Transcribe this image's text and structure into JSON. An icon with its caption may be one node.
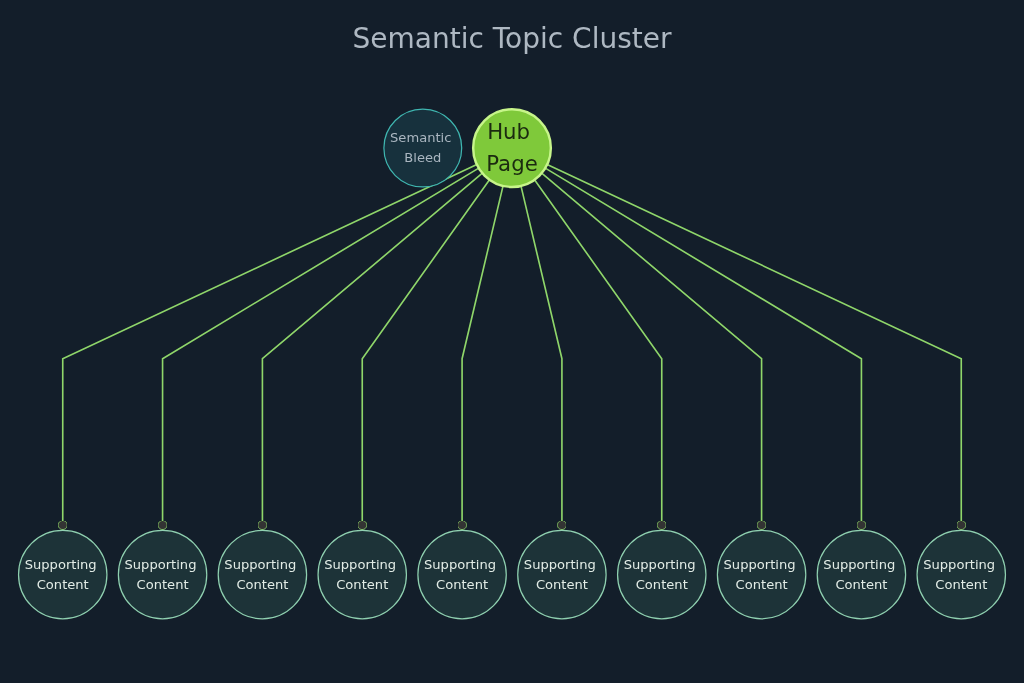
{
  "diagram": {
    "title": "Semantic Topic Cluster",
    "nodes": [
      {
        "text": [
          "Hub Page"
        ]
      },
      {
        "text": [
          "Supporting Content"
        ]
      },
      {
        "text": [
          "Supporting Content"
        ]
      },
      {
        "text": [
          "Supporting Content"
        ]
      },
      {
        "text": [
          "Supporting Content"
        ]
      },
      {
        "text": [
          "Supporting Content"
        ]
      },
      {
        "text": [
          "Supporting Content"
        ]
      },
      {
        "text": [
          "Supporting Content"
        ]
      },
      {
        "text": [
          "Supporting Content"
        ]
      },
      {
        "text": [
          "Supporting Content"
        ]
      },
      {
        "text": [
          "Supporting Content"
        ]
      },
      {
        "text": [
          "Semantic Bleed"
        ]
      }
    ],
    "edges": [
      {
        "from": 0,
        "to": 1,
        "arrow": "other"
      },
      {
        "from": 0,
        "to": 2,
        "arrow": "other"
      },
      {
        "from": 0,
        "to": 3,
        "arrow": "other"
      },
      {
        "from": 0,
        "to": 4,
        "arrow": "other"
      },
      {
        "from": 0,
        "to": 5,
        "arrow": "other"
      },
      {
        "from": 0,
        "to": 6,
        "arrow": "other"
      },
      {
        "from": 0,
        "to": 7,
        "arrow": "other"
      },
      {
        "from": 0,
        "to": 8,
        "arrow": "other"
      },
      {
        "from": 0,
        "to": 9,
        "arrow": "other"
      },
      {
        "from": 0,
        "to": 10,
        "arrow": "other"
      }
    ]
  }
}
